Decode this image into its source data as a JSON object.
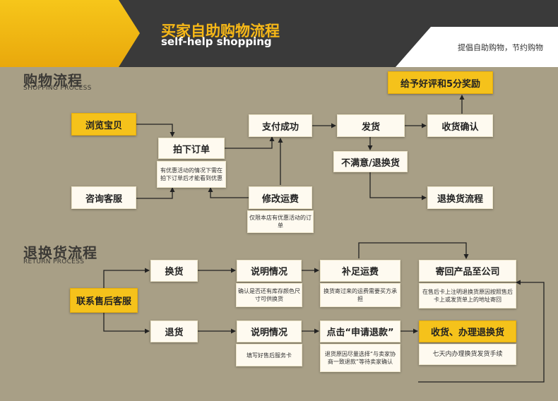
{
  "header": {
    "title_cn": "买家自助购物流程",
    "title_en": "self-help shopping",
    "slogan": "提倡自助购物，节约购物"
  },
  "shopping": {
    "title": "购物流程",
    "subtitle": "SHOPPING PROCESS",
    "browse": "浏览宝贝",
    "consult": "咨询客服",
    "place_order": "拍下订单",
    "place_order_note": "有优惠活动的情况下需在拍下订单后才能看到优惠",
    "modify_shipping": "修改运费",
    "modify_shipping_note": "仅限本店有优惠活动的订单",
    "payment_success": "支付成功",
    "ship": "发货",
    "confirm_receipt": "收货确认",
    "review_reward": "给予好评和5分奖励",
    "unsatisfied": "不满意/退换货",
    "return_flow": "退换货流程"
  },
  "returns": {
    "title": "退换货流程",
    "subtitle": "RETURN PROCESS",
    "contact_service": "联系售后客服",
    "exchange": "换货",
    "explain_1": "说明情况",
    "explain_1_note": "确认是否还有库存颜色尺寸可供换货",
    "pay_shipping": "补足运费",
    "pay_shipping_note": "换货寄过来的运费需要买方承担",
    "send_back": "寄回产品至公司",
    "send_back_note": "在售后卡上注明退换货原因按照售后卡上或发货单上的地址寄回",
    "refund": "退货",
    "explain_2": "说明情况",
    "explain_2_note": "填写好售后服务卡",
    "apply_refund": "点击“申请退款”",
    "apply_refund_note": "退货原因尽量选择“与卖家协商一致退款”等待卖家确认",
    "receive_process": "收货、办理退换货",
    "receive_process_note": "七天内办理换货发货手续"
  }
}
